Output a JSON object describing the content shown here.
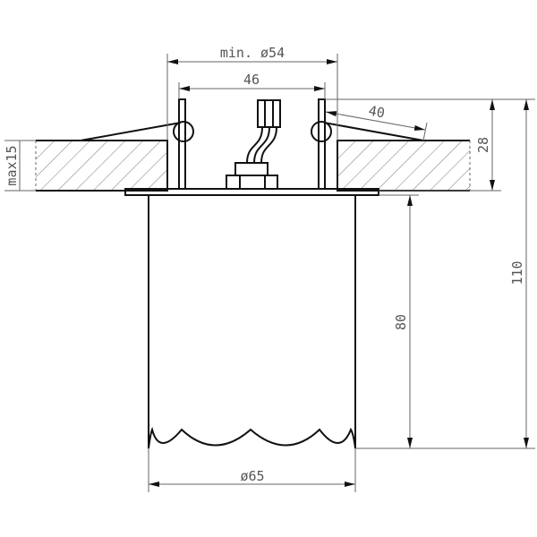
{
  "drawing": {
    "dimensions": {
      "cutout_diameter": "min. ø54",
      "spring_span": "46",
      "spring_length": "40",
      "ceiling_thickness": "max15",
      "recess_height": "28",
      "total_height": "110",
      "visible_height": "80",
      "outer_diameter": "ø65"
    },
    "colors": {
      "line": "#111111",
      "dimension": "#666666"
    }
  }
}
